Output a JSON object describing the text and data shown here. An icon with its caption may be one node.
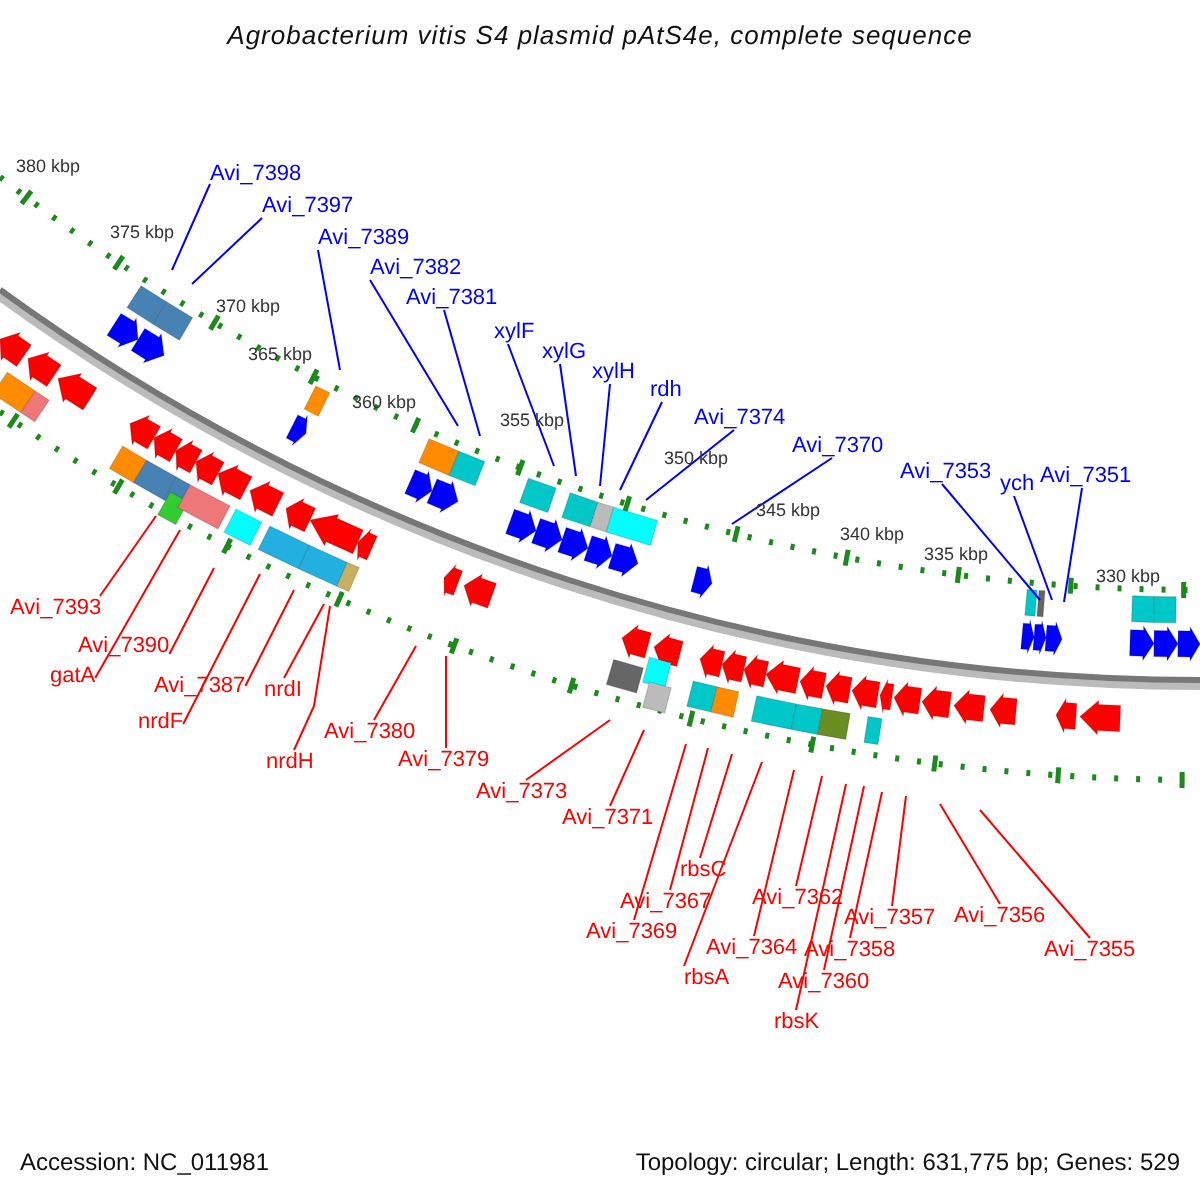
{
  "diagram": {
    "title": "Agrobacterium vitis S4 plasmid pAtS4e, complete sequence",
    "nodes": [
      {
        "text": [
          "Avi_7398"
        ]
      },
      {
        "text": [
          "Avi_7397"
        ]
      },
      {
        "text": [
          "Avi_7389"
        ]
      },
      {
        "text": [
          "Avi_7382"
        ]
      },
      {
        "text": [
          "Avi_7381"
        ]
      },
      {
        "text": [
          "xylF"
        ]
      },
      {
        "text": [
          "xylG"
        ]
      },
      {
        "text": [
          "xylH"
        ]
      },
      {
        "text": [
          "rdh"
        ]
      },
      {
        "text": [
          "Avi_7374"
        ]
      },
      {
        "text": [
          "Avi_7370"
        ]
      },
      {
        "text": [
          "Avi_7353"
        ]
      },
      {
        "text": [
          "ych"
        ]
      },
      {
        "text": [
          "Avi_7351"
        ]
      },
      {
        "text": [
          "Avi_7393"
        ]
      },
      {
        "text": [
          "Avi_7390"
        ]
      },
      {
        "text": [
          "gatA"
        ]
      },
      {
        "text": [
          "Avi_7387"
        ]
      },
      {
        "text": [
          "nrdF"
        ]
      },
      {
        "text": [
          "nrdI"
        ]
      },
      {
        "text": [
          "nrdH"
        ]
      },
      {
        "text": [
          "Avi_7380"
        ]
      },
      {
        "text": [
          "Avi_7379"
        ]
      },
      {
        "text": [
          "Avi_7373"
        ]
      },
      {
        "text": [
          "Avi_7371"
        ]
      },
      {
        "text": [
          "rbsC"
        ]
      },
      {
        "text": [
          "Avi_7367"
        ]
      },
      {
        "text": [
          "Avi_7369"
        ]
      },
      {
        "text": [
          "Avi_7364"
        ]
      },
      {
        "text": [
          "rbsA"
        ]
      },
      {
        "text": [
          "Avi_7362"
        ]
      },
      {
        "text": [
          "Avi_7357"
        ]
      },
      {
        "text": [
          "Avi_7358"
        ]
      },
      {
        "text": [
          "Avi_7360"
        ]
      },
      {
        "text": [
          "rbsK"
        ]
      },
      {
        "text": [
          "Avi_7356"
        ]
      },
      {
        "text": [
          "Avi_7355"
        ]
      }
    ],
    "edges": [
      {
        "from": 0,
        "to": null,
        "arrow": "none",
        "color": "#0000ff"
      },
      {
        "from": 1,
        "to": null,
        "arrow": "none",
        "color": "#0000ff"
      },
      {
        "from": 2,
        "to": null,
        "arrow": "none",
        "color": "#0000ff"
      },
      {
        "from": 3,
        "to": null,
        "arrow": "none",
        "color": "#0000ff"
      },
      {
        "from": 4,
        "to": null,
        "arrow": "none",
        "color": "#0000ff"
      },
      {
        "from": 5,
        "to": null,
        "arrow": "none",
        "color": "#0000ff"
      },
      {
        "from": 6,
        "to": null,
        "arrow": "none",
        "color": "#0000ff"
      },
      {
        "from": 7,
        "to": null,
        "arrow": "none",
        "color": "#0000ff"
      },
      {
        "from": 8,
        "to": null,
        "arrow": "none",
        "color": "#0000ff"
      },
      {
        "from": 9,
        "to": null,
        "arrow": "none",
        "color": "#0000ff"
      },
      {
        "from": 10,
        "to": null,
        "arrow": "none",
        "color": "#0000ff"
      },
      {
        "from": 11,
        "to": null,
        "arrow": "none",
        "color": "#0000ff"
      },
      {
        "from": 12,
        "to": null,
        "arrow": "none",
        "color": "#0000ff"
      },
      {
        "from": 13,
        "to": null,
        "arrow": "none",
        "color": "#0000ff"
      },
      {
        "from": 14,
        "to": null,
        "arrow": "none"
      },
      {
        "from": 15,
        "to": null,
        "arrow": "none"
      },
      {
        "from": 16,
        "to": null,
        "arrow": "none"
      },
      {
        "from": 17,
        "to": null,
        "arrow": "none"
      },
      {
        "from": 18,
        "to": null,
        "arrow": "none"
      },
      {
        "from": 19,
        "to": null,
        "arrow": "none"
      },
      {
        "from": 20,
        "to": null,
        "arrow": "none"
      },
      {
        "from": 21,
        "to": null,
        "arrow": "none"
      },
      {
        "from": 22,
        "to": null,
        "arrow": "none"
      },
      {
        "from": 23,
        "to": null,
        "arrow": "none"
      },
      {
        "from": 24,
        "to": null,
        "arrow": "none"
      },
      {
        "from": 25,
        "to": null,
        "arrow": "none"
      },
      {
        "from": 26,
        "to": null,
        "arrow": "none"
      },
      {
        "from": 27,
        "to": null,
        "arrow": "none"
      },
      {
        "from": 28,
        "to": null,
        "arrow": "none"
      },
      {
        "from": 29,
        "to": null,
        "arrow": "none"
      },
      {
        "from": 30,
        "to": null,
        "arrow": "none"
      },
      {
        "from": 31,
        "to": null,
        "arrow": "none"
      },
      {
        "from": 32,
        "to": null,
        "arrow": "none"
      },
      {
        "from": 33,
        "to": null,
        "arrow": "none"
      },
      {
        "from": 34,
        "to": null,
        "arrow": "none"
      },
      {
        "from": 35,
        "to": null,
        "arrow": "none"
      },
      {
        "from": 36,
        "to": null,
        "arrow": "none"
      }
    ],
    "labels": [
      "380 kbp",
      "375 kbp",
      "370 kbp",
      "365 kbp",
      "360 kbp",
      "355 kbp",
      "350 kbp",
      "345 kbp",
      "340 kbp",
      "335 kbp",
      "330 kbp",
      "Accession: NC_011981",
      "Topology: circular; Length: 631,775 bp; Genes: 529"
    ]
  }
}
